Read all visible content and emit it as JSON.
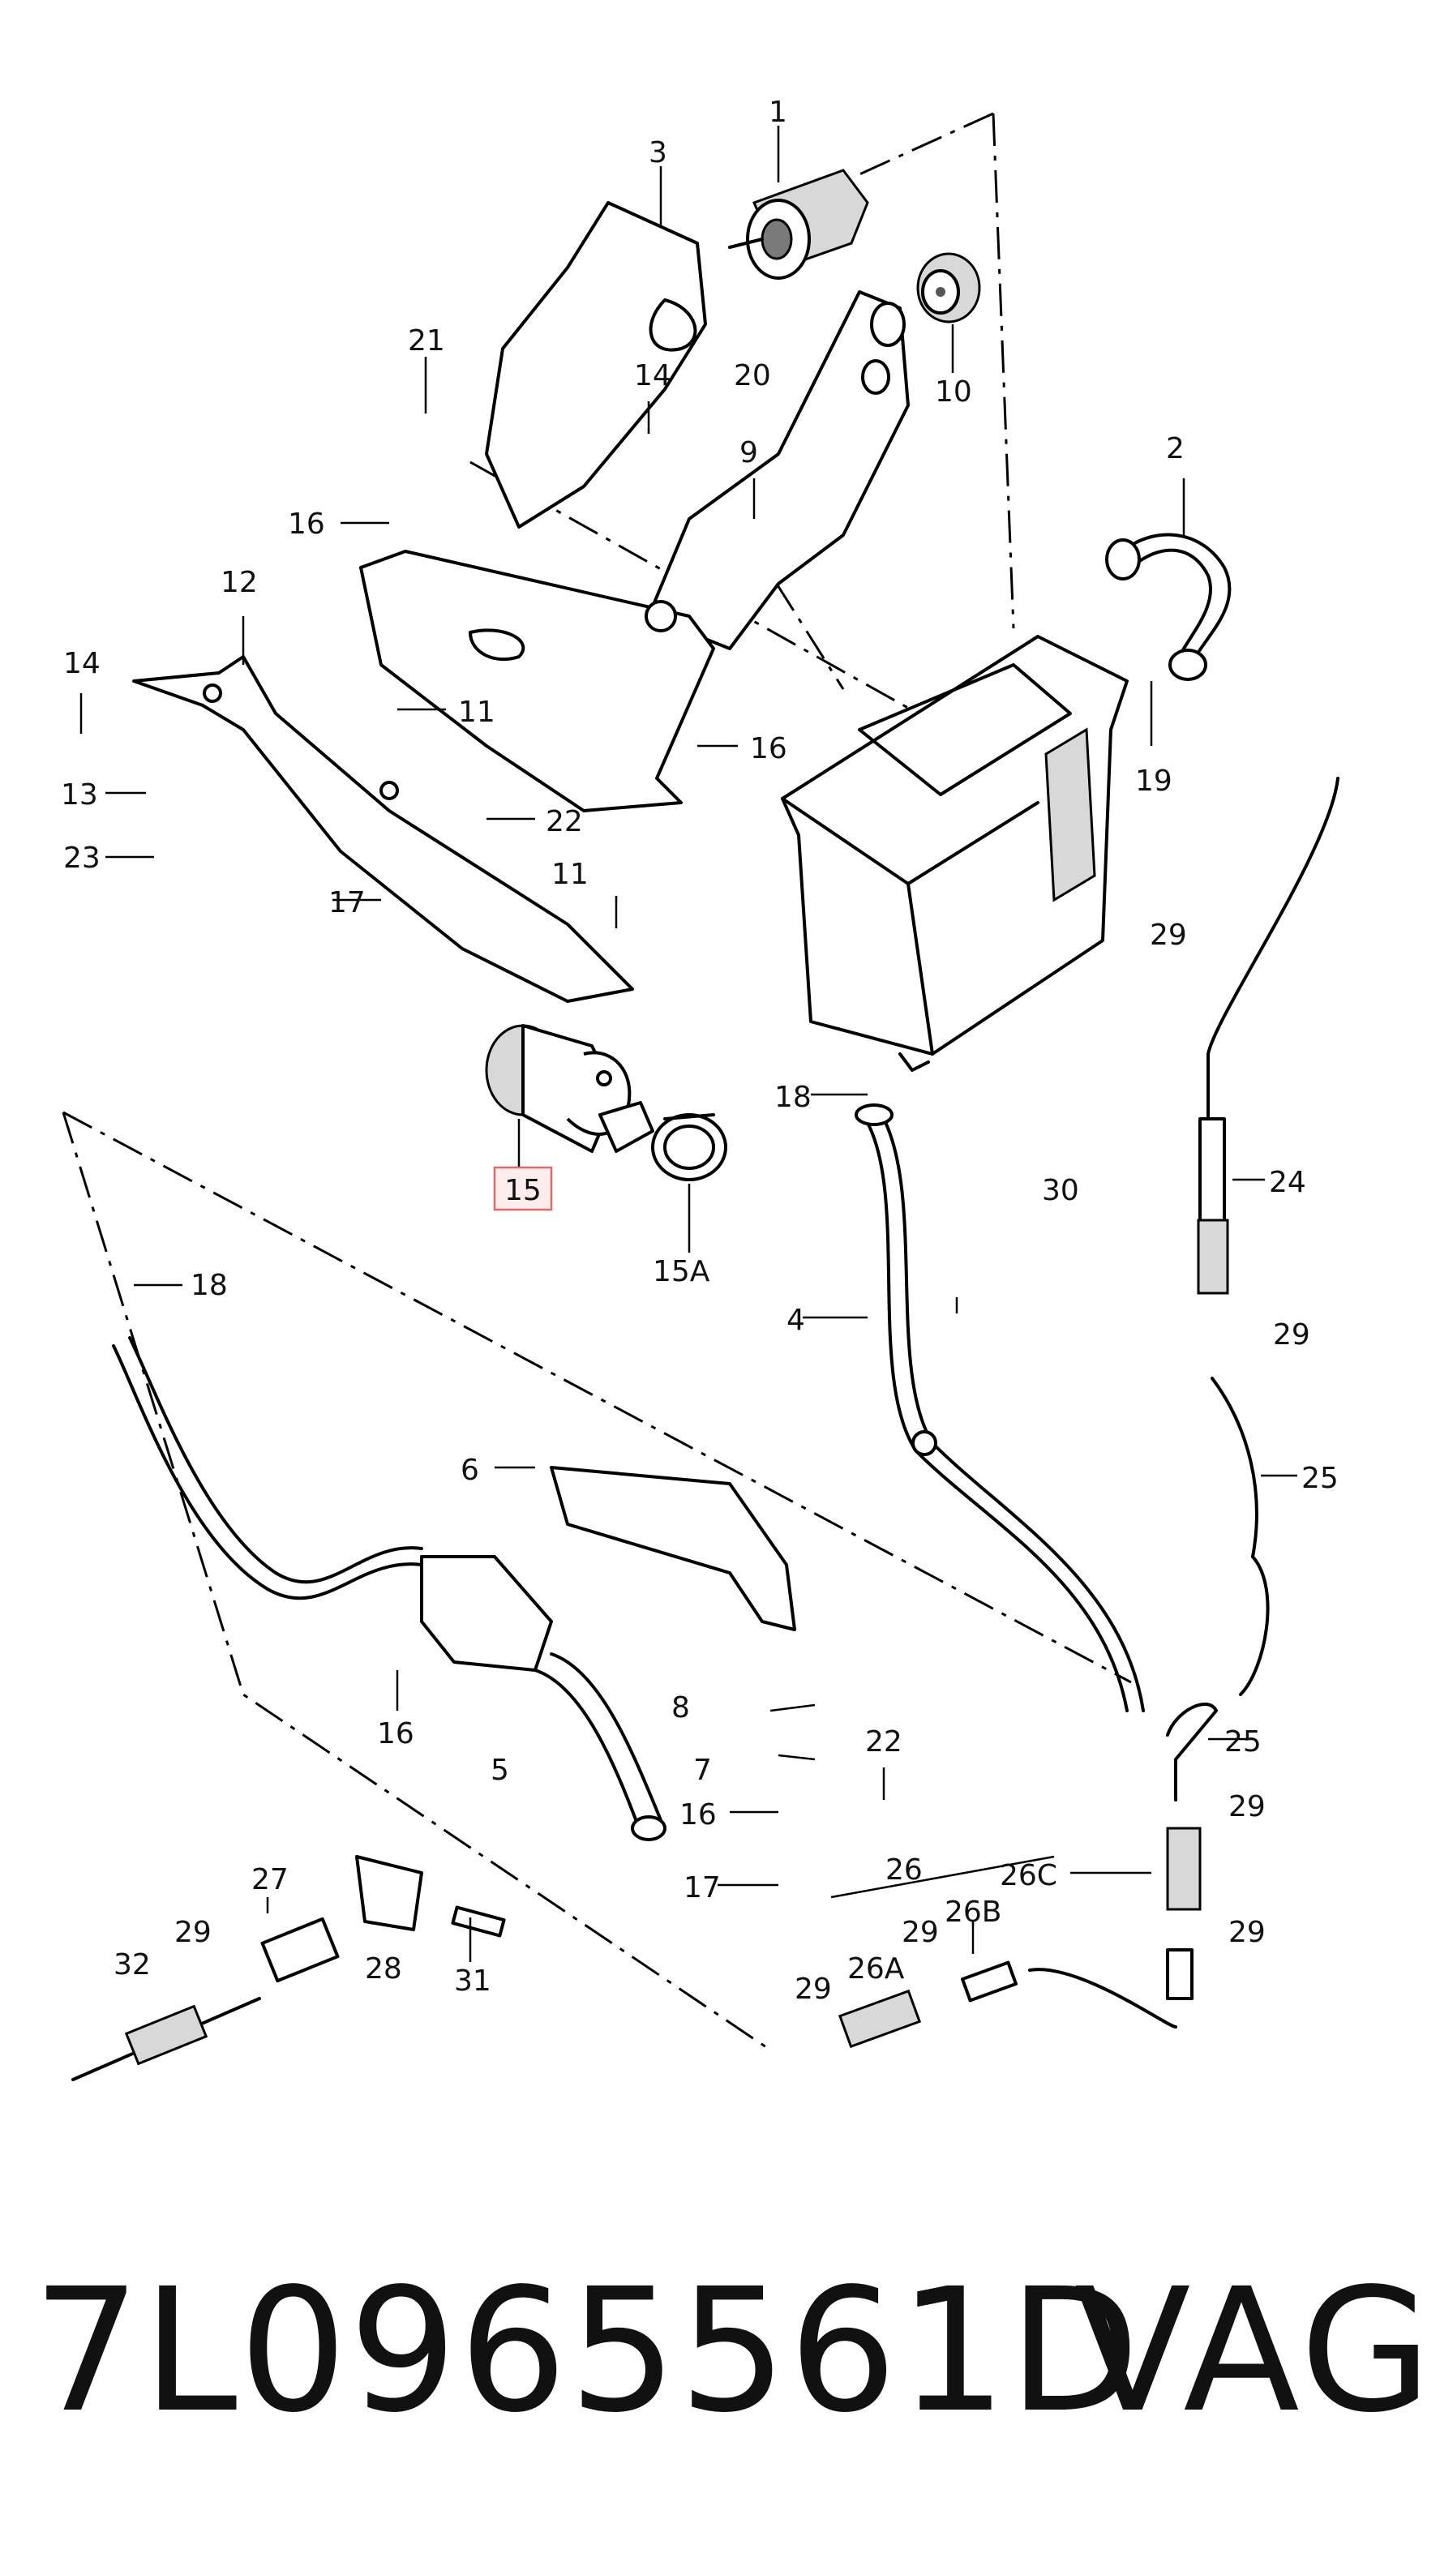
{
  "diagram": {
    "highlighted_callout": "15",
    "callouts": {
      "c1": "1",
      "c2": "2",
      "c3": "3",
      "c4": "4",
      "c5": "5",
      "c6": "6",
      "c7": "7",
      "c8": "8",
      "c9": "9",
      "c10": "10",
      "c11a": "11",
      "c11b": "11",
      "c12": "12",
      "c13": "13",
      "c14a": "14",
      "c14b": "14",
      "c15": "15",
      "c15a": "15A",
      "c16a": "16",
      "c16b": "16",
      "c16c": "16",
      "c16d": "16",
      "c17a": "17",
      "c17b": "17",
      "c18a": "18",
      "c18b": "18",
      "c19": "19",
      "c20": "20",
      "c21": "21",
      "c22a": "22",
      "c22b": "22",
      "c23": "23",
      "c24": "24",
      "c25a": "25",
      "c25b": "25",
      "c26": "26",
      "c26a": "26A",
      "c26b": "26B",
      "c26c": "26C",
      "c27": "27",
      "c28": "28",
      "c29a": "29",
      "c29b": "29",
      "c29c": "29",
      "c29d": "29",
      "c29e": "29",
      "c29f": "29",
      "c29g": "29",
      "c30": "30",
      "c31": "31",
      "c32": "32"
    }
  },
  "footer": {
    "part_number": "7L0965561D",
    "brand": "VAG"
  }
}
